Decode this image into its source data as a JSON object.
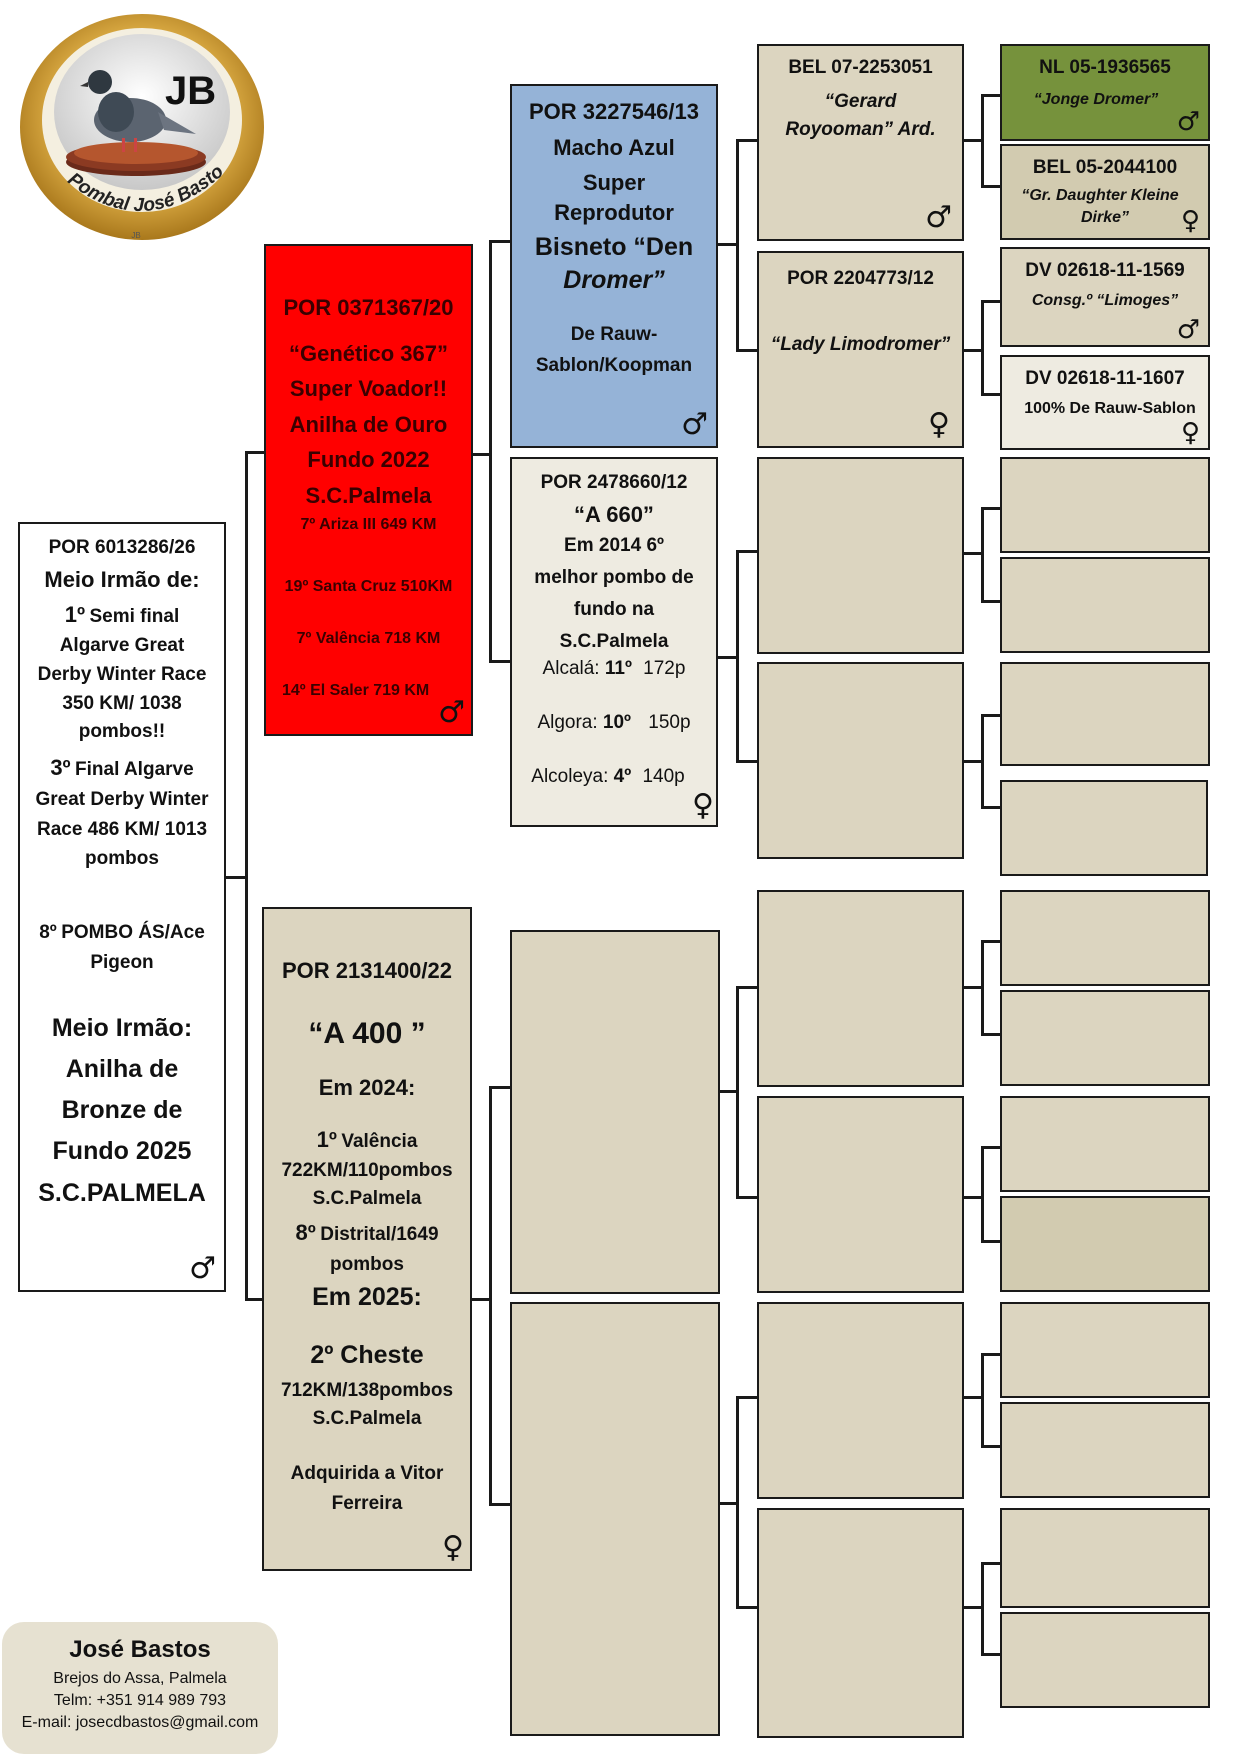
{
  "logo": {
    "initials": "JB",
    "ring_text": "Pombal José Bastos",
    "mark": "JB"
  },
  "symbols": {
    "male": "♂",
    "female": "♀"
  },
  "subject": {
    "ring": "POR 6013286/26",
    "line1": "Meio Irmão de:",
    "r1_place": "1º",
    "r1_text": "Semi final",
    "r1_l2": "Algarve Great",
    "r1_l3": "Derby Winter Race",
    "r1_l4": "350 KM/ 1038",
    "r1_l5": "pombos!!",
    "r2_place": "3º",
    "r2_text": "Final Algarve",
    "r2_l2": "Great Derby Winter",
    "r2_l3": "Race 486 KM/ 1013",
    "r2_l4": "pombos",
    "r3_place": "8º",
    "r3_text": "POMBO ÁS/Ace",
    "r3_l2": "Pigeon",
    "b1": "Meio Irmão:",
    "b2": "Anilha de",
    "b3": "Bronze de",
    "b4": "Fundo 2025",
    "b5": "S.C.PALMELA",
    "sex": "♂"
  },
  "sire": {
    "ring": "POR 0371367/20",
    "name": "“Genético 367”",
    "l1": "Super Voador!!",
    "l2": "Anilha de Ouro",
    "l3": "Fundo 2022",
    "l4": "S.C.Palmela",
    "res1": "7º Ariza III 649 KM",
    "res2": "19º Santa Cruz 510KM",
    "res3": "7º Valência  718 KM",
    "res4": "14º El Saler 719 KM",
    "sex": "♂"
  },
  "dam": {
    "ring": "POR 2131400/22",
    "name": "“A 400 ”",
    "y1": "Em 2024:",
    "r1_place": "1º",
    "r1_text": "Valência",
    "r1_l2": "722KM/110pombos",
    "r1_l3": "S.C.Palmela",
    "r2_place": "8º",
    "r2_text": "Distrital/1649",
    "r2_l2": "pombos",
    "y2": "Em 2025:",
    "r3": "2º Cheste",
    "r3_l2": "712KM/138pombos",
    "r3_l3": "S.C.Palmela",
    "acq1": "Adquirida a Vitor",
    "acq2": "Ferreira",
    "sex": "♀"
  },
  "ss": {
    "ring": "POR 3227546/13",
    "l1": "Macho Azul",
    "l2": "Super",
    "l3": "Reprodutor",
    "l4": "Bisneto “Den",
    "l5": "Dromer”",
    "l6": "De Rauw-",
    "l7": "Sablon/Koopman",
    "sex": "♂"
  },
  "sd": {
    "ring": "POR 2478660/12",
    "name": "“A 660”",
    "l1": "Em 2014 6º",
    "l2": "melhor pombo de",
    "l3": "fundo na",
    "l4": "S.C.Palmela",
    "a_race": "Alcalá:",
    "a_place": "11º",
    "a_count": "172p",
    "b_race": "Algora:",
    "b_place": "10º",
    "b_count": "150p",
    "c_race": "Alcoleya:",
    "c_place": "4º",
    "c_count": "140p",
    "sex": "♀"
  },
  "sss": {
    "ring": "BEL 07-2253051",
    "n1": "“Gerard",
    "n2": "Royooman” Ard.",
    "sex": "♂"
  },
  "ssd": {
    "ring": "POR 2204773/12",
    "name": "“Lady Limodromer”",
    "sex": "♀"
  },
  "ssss": {
    "ring": "NL 05-1936565",
    "name": "“Jonge Dromer”",
    "sex": "♂"
  },
  "sssd": {
    "ring": "BEL 05-2044100",
    "n1": "“Gr. Daughter Kleine",
    "n2": "Dirke”",
    "sex": "♀"
  },
  "ssds": {
    "ring": "DV 02618-11-1569",
    "name": "Consg.º “Limoges”",
    "sex": "♂"
  },
  "ssdd": {
    "ring": "DV 02618-11-1607",
    "name": "100% De Rauw-Sablon",
    "sex": "♀"
  },
  "footer": {
    "name": "José Bastos",
    "address": "Brejos do Assa, Palmela",
    "phone": "Telm: +351 914 989 793",
    "email": "E-mail: josecdbastos@gmail.com"
  },
  "colors": {
    "sire_bg": "#ff0000",
    "ss_bg": "#95b3d7",
    "ssss_bg": "#76923c",
    "empty_bg": "#dcd5c0",
    "light_bg": "#eeebe1",
    "footer_bg": "#e6e1d1"
  }
}
